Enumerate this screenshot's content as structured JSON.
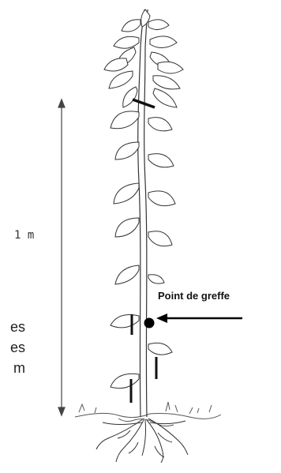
{
  "labels": {
    "height": "1 m",
    "graft_point": "Point de greffe",
    "cut_lines": [
      "es",
      "es",
      "m"
    ]
  },
  "colors": {
    "ink": "#222222",
    "marker": "#111111",
    "ground": "#555555",
    "stem": "#333333"
  }
}
